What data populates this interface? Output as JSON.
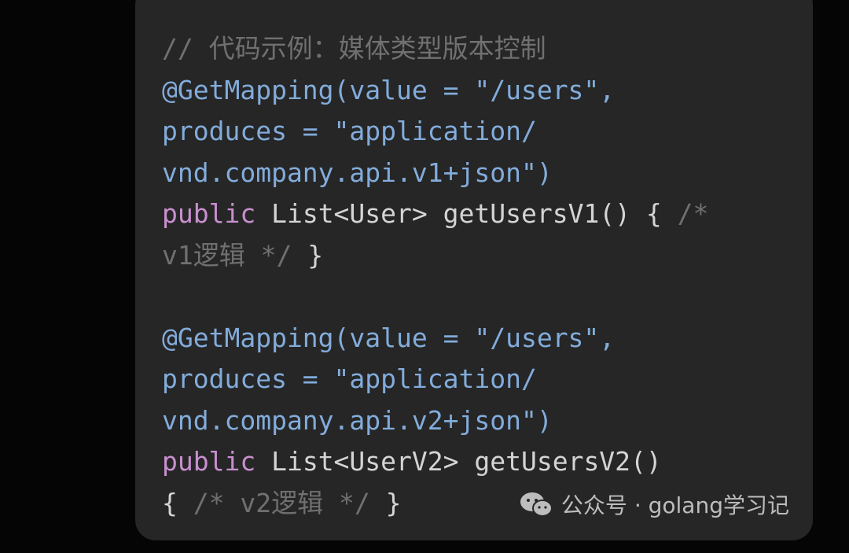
{
  "code": {
    "lines": [
      {
        "tokens": [
          {
            "cls": "c-comment",
            "text": "// 代码示例：媒体类型版本控制"
          }
        ]
      },
      {
        "tokens": [
          {
            "cls": "c-anno",
            "text": "@GetMapping(value = \"/users\","
          }
        ]
      },
      {
        "tokens": [
          {
            "cls": "c-anno",
            "text": "produces = \"application/"
          }
        ]
      },
      {
        "tokens": [
          {
            "cls": "c-anno",
            "text": "vnd.company.api.v1+json\")"
          }
        ]
      },
      {
        "tokens": [
          {
            "cls": "c-kw",
            "text": "public"
          },
          {
            "cls": "c-plain",
            "text": " List<User> getUsersV1() { "
          },
          {
            "cls": "c-comment",
            "text": "/*"
          }
        ]
      },
      {
        "tokens": [
          {
            "cls": "c-comment",
            "text": "v1逻辑 */"
          },
          {
            "cls": "c-plain",
            "text": " }"
          }
        ]
      },
      {
        "tokens": []
      },
      {
        "tokens": [
          {
            "cls": "c-anno",
            "text": "@GetMapping(value = \"/users\","
          }
        ]
      },
      {
        "tokens": [
          {
            "cls": "c-anno",
            "text": "produces = \"application/"
          }
        ]
      },
      {
        "tokens": [
          {
            "cls": "c-anno",
            "text": "vnd.company.api.v2+json\")"
          }
        ]
      },
      {
        "tokens": [
          {
            "cls": "c-kw",
            "text": "public"
          },
          {
            "cls": "c-plain",
            "text": " List<UserV2> getUsersV2()"
          }
        ]
      },
      {
        "tokens": [
          {
            "cls": "c-plain",
            "text": "{ "
          },
          {
            "cls": "c-comment",
            "text": "/* v2逻辑 */"
          },
          {
            "cls": "c-plain",
            "text": " }"
          }
        ]
      }
    ]
  },
  "watermark": {
    "text": "公众号 · golang学习记",
    "icon": "wechat-icon"
  },
  "colors": {
    "background": "#050505",
    "card": "#262626",
    "comment": "#707070",
    "annotation": "#82acdb",
    "keyword": "#c98fcf",
    "plain": "#d4d4d4"
  }
}
